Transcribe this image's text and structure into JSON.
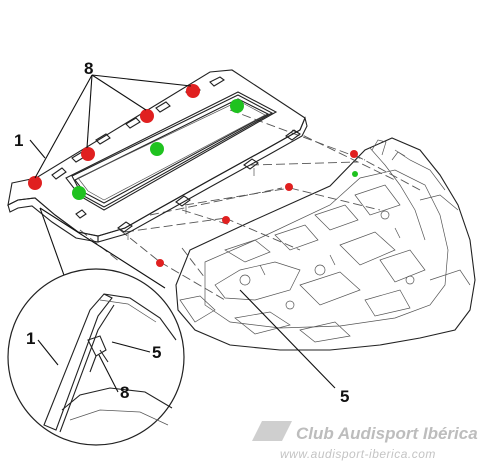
{
  "diagram": {
    "callouts": {
      "shelf": "1",
      "clips": "8",
      "body": "5",
      "detail_shelf": "1",
      "detail_body": "5",
      "detail_clip": "8"
    },
    "markers": {
      "red": "#e02020",
      "green": "#1fc21f"
    },
    "watermark": {
      "title": "Club Audisport Ibérica",
      "url": "www.audisport-iberica.com"
    }
  }
}
